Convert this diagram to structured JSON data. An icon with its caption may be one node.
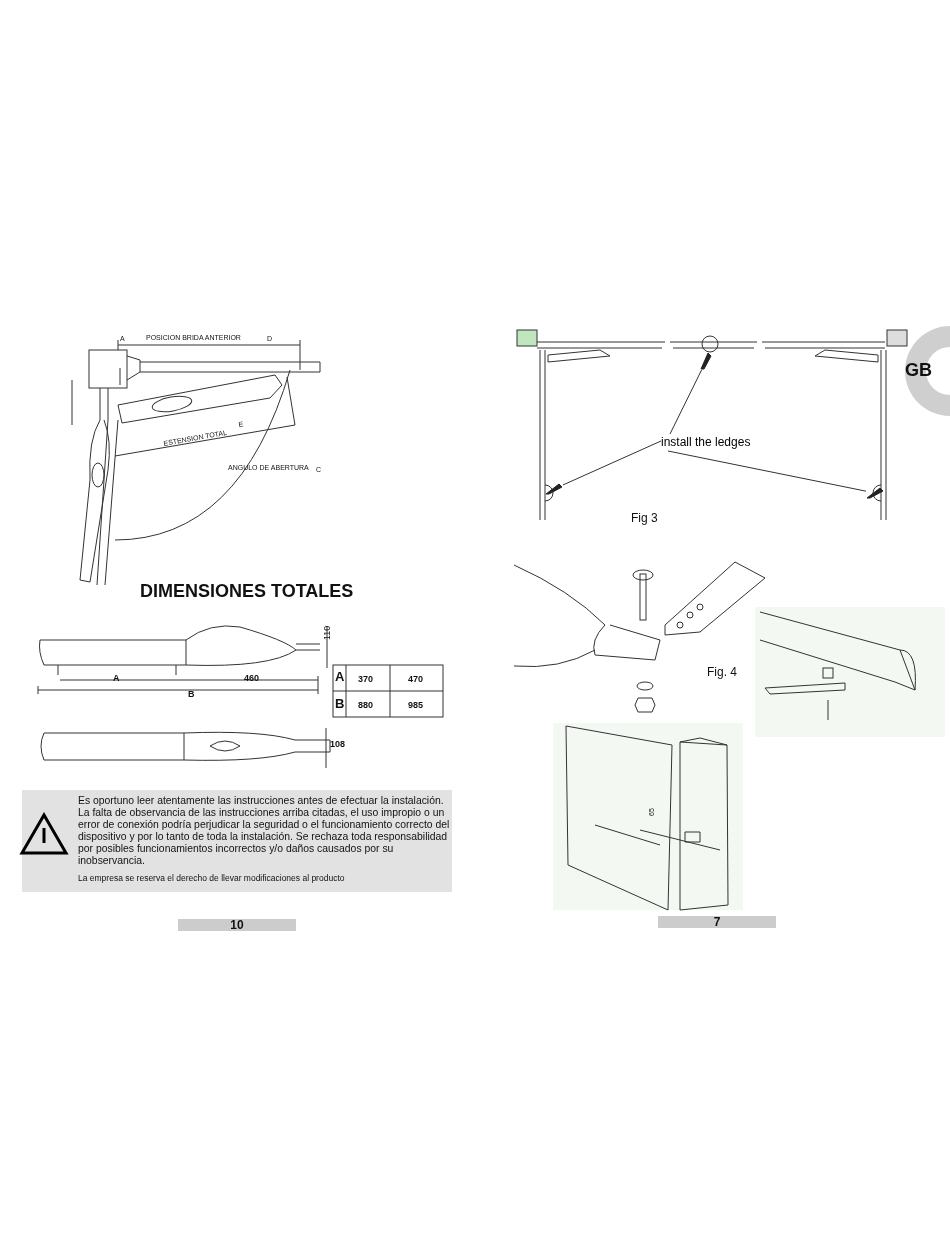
{
  "diagram": {
    "title": "DIMENSIONES TOTALES",
    "nodes": [
      {
        "text": [
          "install the ledges"
        ]
      },
      {
        "text": [],
        "shape": "picture"
      },
      {
        "text": [],
        "shape": "picture"
      },
      {
        "text": [],
        "shape": "picture"
      }
    ],
    "edges": [
      {
        "from": 0,
        "to": 1,
        "arrow": "none"
      },
      {
        "from": 0,
        "to": 2,
        "arrow": "none"
      },
      {
        "from": 0,
        "to": 3,
        "arrow": "none"
      }
    ],
    "labels": [
      "A",
      "POSICION BRIDA ANTERIOR",
      "D",
      "ESTENSION TOTAL",
      "E",
      "ANGULO DE ABERTURA",
      "C",
      "110",
      "A",
      "460",
      "B",
      "A",
      "370",
      "470",
      "B",
      "880",
      "985",
      "108",
      "Es oportuno leer atentamente las instrucciones antes de efectuar la instalación. La falta de observancia de las instrucciones arriba citadas, el uso impropio o un error de conexión podría perjudicar la seguridad o el funcionamiento correcto del dispositivo y por lo tanto de toda la instalación. Se rechaza toda responsabilidad por posibles funcionamientos incorrectos y/o daños causados por su inobservancia.",
      "La empresa se reserva el derecho de llevar modificaciones al producto",
      "10",
      "GB",
      "Fig 3",
      "Fig. 4",
      "65",
      "7"
    ]
  }
}
